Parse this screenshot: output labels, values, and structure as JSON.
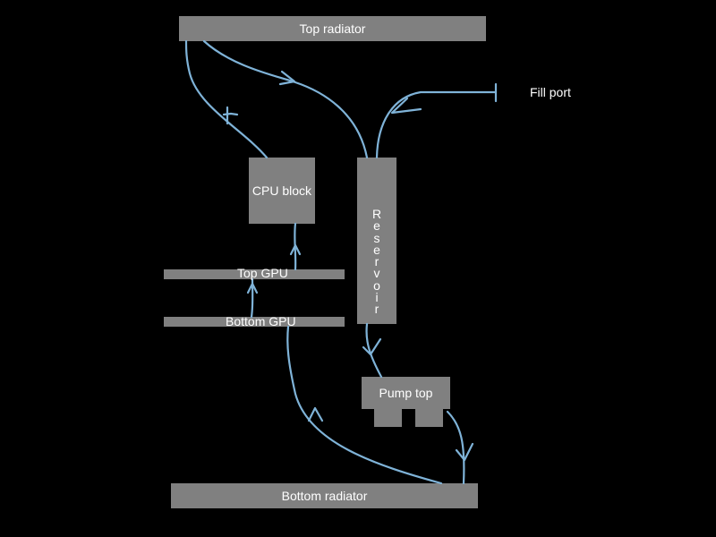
{
  "components": {
    "top_radiator": "Top radiator",
    "fill_port": "Fill port",
    "cpu_block": "CPU block",
    "reservoir": "Reservoir",
    "top_gpu": "Top GPU",
    "bottom_gpu": "Bottom GPU",
    "pump_top": "Pump top",
    "bottom_radiator": "Bottom radiator"
  },
  "colors": {
    "background": "#000000",
    "component": "#808080",
    "tubing": "#7fb3d8",
    "text": "#ffffff"
  }
}
